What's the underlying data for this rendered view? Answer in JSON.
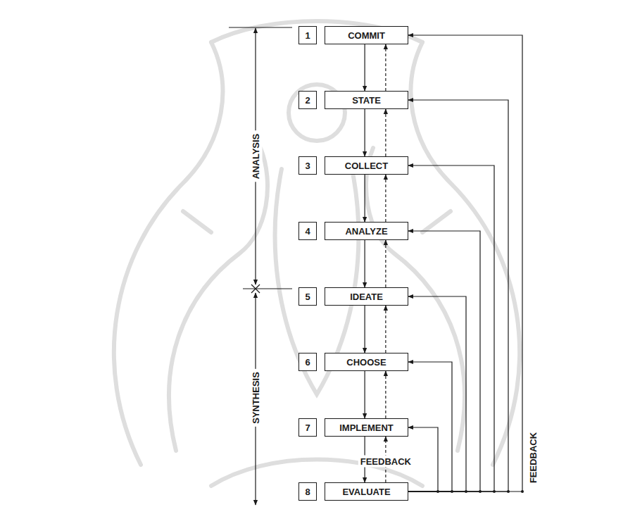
{
  "diagram": {
    "nodes": [
      {
        "text": [
          "1"
        ]
      },
      {
        "text": [
          "COMMIT"
        ]
      },
      {
        "text": [
          "2"
        ]
      },
      {
        "text": [
          "STATE"
        ]
      },
      {
        "text": [
          "3"
        ]
      },
      {
        "text": [
          "COLLECT"
        ]
      },
      {
        "text": [
          "4"
        ]
      },
      {
        "text": [
          "ANALYZE"
        ]
      },
      {
        "text": [
          "5"
        ]
      },
      {
        "text": [
          "IDEATE"
        ]
      },
      {
        "text": [
          "6"
        ]
      },
      {
        "text": [
          "CHOOSE"
        ]
      },
      {
        "text": [
          "7"
        ]
      },
      {
        "text": [
          "IMPLEMENT"
        ]
      },
      {
        "text": [
          "8"
        ]
      },
      {
        "text": [
          "EVALUATE"
        ]
      }
    ],
    "edges": [
      {
        "from": 1,
        "to": 3,
        "arrow": "to"
      },
      {
        "from": 3,
        "to": 5,
        "arrow": "to"
      },
      {
        "from": 5,
        "to": 7,
        "arrow": "to"
      },
      {
        "from": 7,
        "to": 9,
        "arrow": "to"
      },
      {
        "from": 9,
        "to": 11,
        "arrow": "to"
      },
      {
        "from": 11,
        "to": 13,
        "arrow": "to"
      },
      {
        "from": 13,
        "to": 15,
        "arrow": "to"
      },
      {
        "from": 3,
        "to": 1,
        "arrow": "to"
      },
      {
        "from": 5,
        "to": 3,
        "arrow": "to"
      },
      {
        "from": 7,
        "to": 5,
        "arrow": "to"
      },
      {
        "from": 9,
        "to": 7,
        "arrow": "to"
      },
      {
        "from": 11,
        "to": 9,
        "arrow": "to"
      },
      {
        "from": 13,
        "to": 11,
        "arrow": "to"
      },
      {
        "from": 15,
        "to": 13,
        "label": "FEEDBACK",
        "arrow": "to"
      },
      {
        "from": 15,
        "to": 1,
        "arrow": "to"
      },
      {
        "from": 15,
        "to": 3,
        "arrow": "to"
      },
      {
        "from": 15,
        "to": 5,
        "arrow": "to"
      },
      {
        "from": 15,
        "to": 7,
        "arrow": "to"
      },
      {
        "from": 15,
        "to": 9,
        "arrow": "to"
      },
      {
        "from": 15,
        "to": 11,
        "arrow": "to"
      },
      {
        "from": 15,
        "to": 13,
        "arrow": "to"
      }
    ],
    "labels": [
      "ANALYSIS",
      "SYNTHESIS",
      "FEEDBACK"
    ]
  }
}
